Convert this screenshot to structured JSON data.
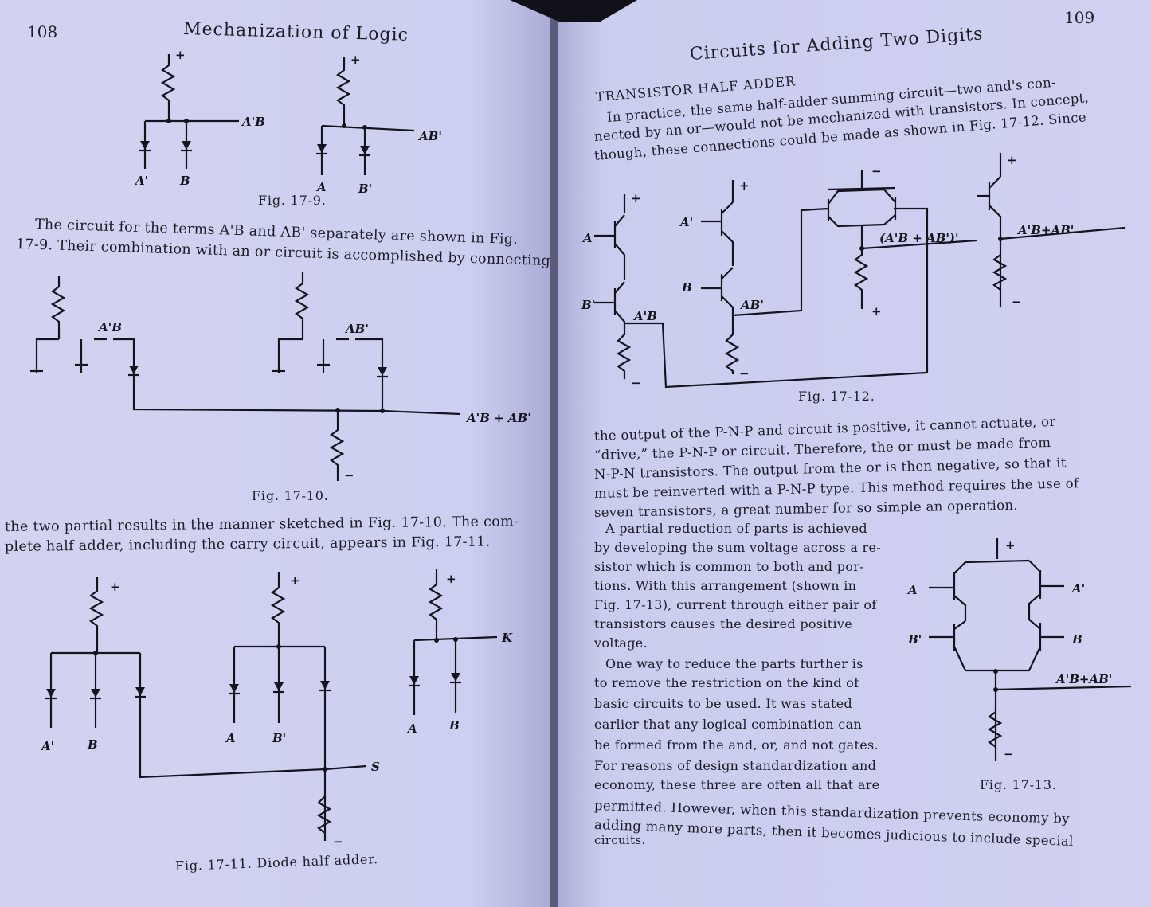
{
  "left_page": {
    "page_number": "108",
    "running_head": "Mechanization of Logic",
    "fig_17_9": {
      "caption": "Fig. 17-9.",
      "labels": [
        "A'B",
        "A'",
        "B",
        "AB'",
        "A",
        "B'",
        "+",
        "+"
      ]
    },
    "text_1": [
      "The circuit for the terms A'B and AB' separately are shown in Fig.",
      "17-9. Their combination with an or circuit is accomplished by connecting"
    ],
    "fig_17_10": {
      "caption": "Fig. 17-10.",
      "labels": [
        "A'B",
        "AB'",
        "A'B + AB'",
        "−"
      ]
    },
    "text_2": [
      "the two partial results in the manner sketched in Fig. 17-10. The com-",
      "plete half adder, including the carry circuit, appears in Fig. 17-11."
    ],
    "fig_17_11": {
      "caption": "Fig. 17-11.  Diode half adder.",
      "labels": [
        "+",
        "+",
        "+",
        "K",
        "A'",
        "B",
        "A",
        "B'",
        "A",
        "B",
        "S",
        "−"
      ]
    }
  },
  "right_page": {
    "page_number": "109",
    "running_head": "Circuits for Adding Two Digits",
    "section_title": "TRANSISTOR HALF ADDER",
    "text_1": [
      "In practice, the same half-adder summing circuit—two and's con-",
      "nected by an or—would not be mechanized with transistors. In concept,",
      "though, these connections could be made as shown in Fig. 17-12. Since"
    ],
    "fig_17_12": {
      "caption": "Fig. 17-12.",
      "labels": [
        "+",
        "+",
        "−",
        "+",
        "A",
        "A'",
        "B'",
        "B",
        "A'B",
        "AB'",
        "(A'B + AB')'",
        "A'B+AB'",
        "+",
        "−",
        "−",
        "−"
      ]
    },
    "text_2": [
      "the output of the P-N-P and circuit is positive, it cannot actuate, or",
      "“drive,” the P-N-P or circuit. Therefore, the or must be made from",
      "N-P-N transistors. The output from the or is then negative, so that it",
      "must be reinverted with a P-N-P type. This method requires the use of",
      "seven transistors, a great number for so simple an operation."
    ],
    "text_3": [
      "A partial reduction of parts is achieved",
      "by developing the sum voltage across a re-",
      "sistor which is common to both and por-",
      "tions. With this arrangement (shown in",
      "Fig. 17-13), current through either pair of",
      "transistors causes the desired positive",
      "voltage.",
      "One way to reduce the parts further is",
      "to remove the restriction on the kind of",
      "basic circuits to be used. It was stated",
      "earlier that any logical combination can",
      "be formed from the and, or, and not gates.",
      "For reasons of design standardization and",
      "economy, these three are often all that are",
      "permitted. However, when this standardization prevents economy by",
      "adding many more parts, then it becomes judicious to include special",
      "circuits."
    ],
    "fig_17_13": {
      "caption": "Fig. 17-13.",
      "labels": [
        "+",
        "A",
        "A'",
        "B'",
        "B",
        "A'B+AB'",
        "−"
      ]
    }
  }
}
